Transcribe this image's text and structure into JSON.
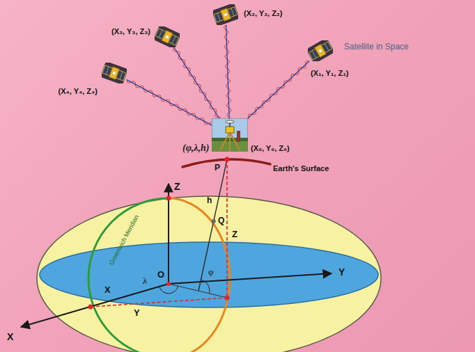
{
  "diagram": {
    "nodes": [
      {
        "text": [
          "(X₂, Y₂, Z₂)"
        ]
      },
      {
        "text": [
          "(X₃, Y₃, Z₃)"
        ]
      },
      {
        "text": [
          "(X₁, Y₁, Z₁)"
        ]
      },
      {
        "text": [
          "(X₄, Y₄, Z₄)"
        ]
      },
      {
        "text": [
          "(X₀, Y₀, Z₀)"
        ]
      }
    ],
    "edges": [
      {
        "from": 0,
        "to": 4,
        "arrow": "none"
      },
      {
        "from": 1,
        "to": 4,
        "arrow": "none"
      },
      {
        "from": 2,
        "to": 4,
        "arrow": "none"
      },
      {
        "from": 3,
        "to": 4,
        "arrow": "none"
      }
    ],
    "labels": [
      "Satellite in Space",
      "(φ,λ,h)",
      "P",
      "Earth's Surface",
      "Z",
      "h",
      "Q",
      "Z",
      "Greenwich Meridian",
      "O",
      "X",
      "λ",
      "φ",
      "Y",
      "Y",
      "X"
    ]
  }
}
